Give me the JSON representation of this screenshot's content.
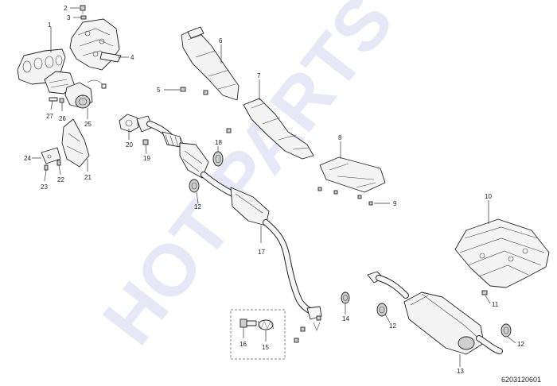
{
  "watermark": "HOT PARTS",
  "drawing_code": "6203120601",
  "callouts": {
    "c1": "1",
    "c2": "2",
    "c3": "3",
    "c4": "4",
    "c5": "5",
    "c6": "6",
    "c7": "7",
    "c8": "8",
    "c9": "9",
    "c10": "10",
    "c11": "11",
    "c12a": "12",
    "c12b": "12",
    "c12c": "12",
    "c13": "13",
    "c14": "14",
    "c15": "15",
    "c16": "16",
    "c17": "17",
    "c18": "18",
    "c19": "19",
    "c20": "20",
    "c21": "21",
    "c22": "22",
    "c23": "23",
    "c24": "24",
    "c25": "25",
    "c26": "26",
    "c27": "27"
  }
}
